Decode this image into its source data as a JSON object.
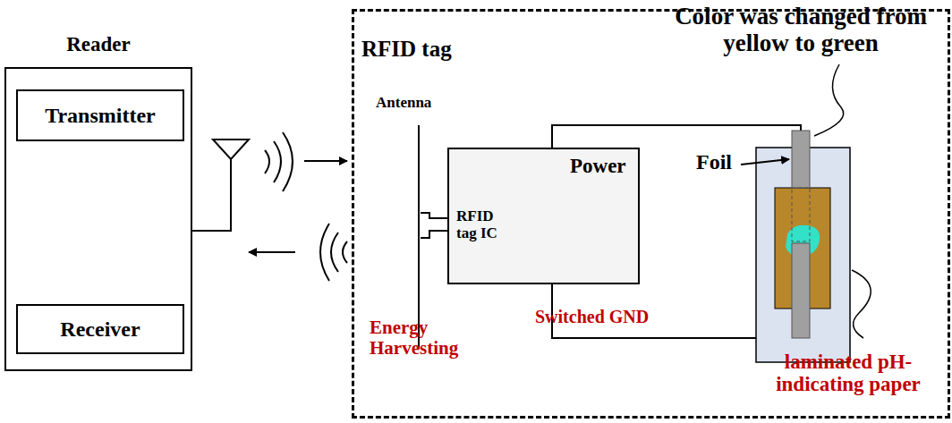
{
  "diagram": {
    "nodes": [
      {
        "text": [
          "Reader"
        ]
      },
      {
        "text": [
          "Transmitter"
        ],
        "in": 0
      },
      {
        "text": [
          "Receiver"
        ],
        "in": 0
      },
      {
        "text": [
          "RFID tag"
        ]
      },
      {
        "text": [
          "Power",
          "RFID tag IC"
        ],
        "in": 3
      }
    ],
    "edges": [
      {
        "from": 1,
        "to": 2,
        "arrow": "to"
      }
    ],
    "labels": [
      "Antenna",
      "Color was changed from yellow to green",
      "Foil",
      "Switched GND",
      "Energy Harvesting",
      "laminated pH-indicating paper"
    ]
  }
}
